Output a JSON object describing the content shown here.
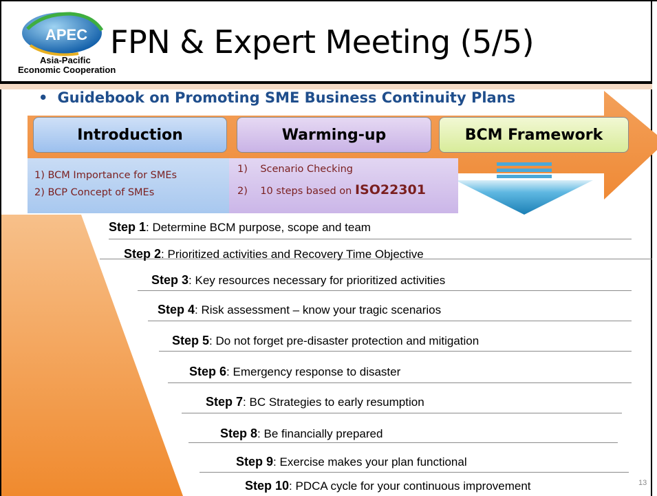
{
  "slide": {
    "title": "FPN & Expert Meeting (5/5)",
    "logo": {
      "mark": "APEC",
      "line1": "Asia-Pacific",
      "line2": "Economic Cooperation"
    },
    "bullet": "Guidebook on Promoting SME Business Continuity Plans",
    "phases": [
      "Introduction",
      "Warming-up",
      "BCM Framework"
    ],
    "intro_items": [
      "1) BCM  Importance for SMEs",
      "2) BCP Concept of SMEs"
    ],
    "warmup_items": [
      {
        "num": "1)",
        "text": "Scenario Checking"
      },
      {
        "num": "2)",
        "text": "10 steps based on ",
        "emphasis": "ISO22301"
      }
    ],
    "steps": [
      {
        "label": "Step 1",
        "sep": ": ",
        "text": "Determine BCM purpose, scope and team"
      },
      {
        "label": "Step 2",
        "sep": ": ",
        "text": "Prioritized activities and Recovery Time Objective"
      },
      {
        "label": "Step 3",
        "sep": ": ",
        "text": "Key resources necessary for prioritized activities"
      },
      {
        "label": "Step 4",
        "sep": ": ",
        "text": "Risk assessment – know your tragic scenarios"
      },
      {
        "label": "Step 5",
        "sep": ": ",
        "text": "Do not forget pre-disaster protection and mitigation"
      },
      {
        "label": "Step 6",
        "sep": ": ",
        "text": "Emergency response to disaster"
      },
      {
        "label": "Step 7",
        "sep": ": ",
        "text": "BC Strategies to early resumption"
      },
      {
        "label": "Step 8",
        "sep": ":  ",
        "text": "Be financially prepared"
      },
      {
        "label": "Step 9",
        "sep": ":  ",
        "text": "Exercise makes your plan functional"
      },
      {
        "label": "Step 10",
        "sep": ":  ",
        "text": "PDCA cycle for your continuous improvement"
      }
    ],
    "page_number": "13",
    "colors": {
      "bullet_blue": "#1f4e8c",
      "arrow_orange": "#f0883a",
      "down_arrow_blue": "#2f9fd0",
      "sub_text_red": "#7a1f1f"
    }
  }
}
